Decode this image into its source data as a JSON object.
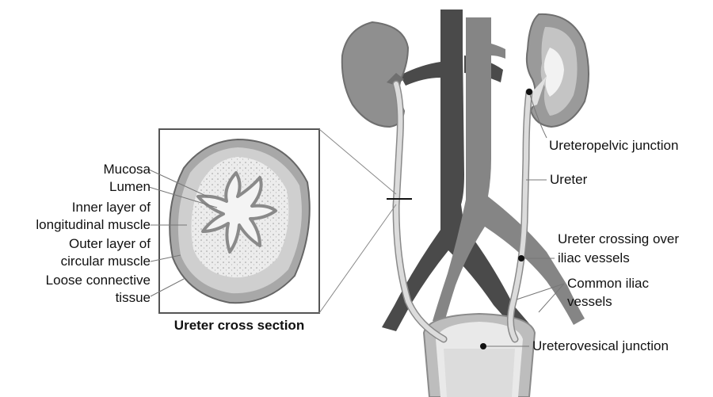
{
  "labels": {
    "mucosa": "Mucosa",
    "lumen": "Lumen",
    "inner_layer_1": "Inner layer of",
    "inner_layer_2": "longitudinal muscle",
    "outer_layer_1": "Outer layer of",
    "outer_layer_2": "circular muscle",
    "loose_1": "Loose connective",
    "loose_2": "tissue",
    "cross_section_caption": "Ureter cross section",
    "ureteropelvic_junction": "Ureteropelvic junction",
    "ureter": "Ureter",
    "crossing_1": "Ureter crossing over",
    "crossing_2": "iliac vessels",
    "common_iliac_1": "Common iliac",
    "common_iliac_2": "vessels",
    "ureterovesical_junction": "Ureterovesical junction"
  },
  "colors": {
    "vein": "#4a4a4a",
    "artery": "#858585",
    "kidney": "#8f8f8f",
    "ureter": "#dcdcdc",
    "bladder": "#bdbdbd",
    "leader": "#777777"
  }
}
